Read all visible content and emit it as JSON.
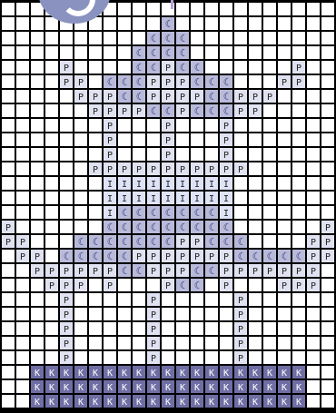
{
  "pattern": {
    "title": "",
    "colors": {
      "background": "#000000",
      "cell_blank": "#ffffff",
      "p": "#e0e2f1",
      "i": "#dfe3f7",
      "moon": "#b9bad9",
      "k": "#6f6ea4",
      "top_line": "#b6a0d7",
      "logo": "#8a93bf"
    },
    "symbols": {
      ".": "",
      "P": "P",
      "I": "I",
      "C": "☾",
      "K": "K"
    },
    "rows": [
      ".......................",
      "...........C...........",
      "..........CCC..........",
      ".........CCCC..........",
      "....P....CCPCC......P..",
      "....PP.CCCPPPCCC...PP..",
      ".....PPPCCPPPPCCPPP....",
      "......PPPPCCPCCCPP.....",
      ".......P...P...P.......",
      ".......P...P...P.......",
      ".......P...P...P.......",
      "......PPPPPPPPPPP......",
      ".......IIIIIIIII.......",
      ".......IIIIIIIII.......",
      ".......ICCCCCCCI.......",
      "P......CCCCCCCCC......P",
      "PP...CCCCCCCPPCCC....PP",
      ".PP.CCCCCPPPPPPPCCCCCPP",
      "..PPPPPPCCPPPCCPPPPPPP.",
      "...PPP.P...PCC.P...PPP.",
      "....P.....P.....P......",
      "....P.....P.....P......",
      "....P.....P.....P......",
      "....P.....P.....P......",
      "....P.....P.....P......",
      "..KKKKKKKKKKKKKKKKKKK..",
      "..KKKKKKKKKKKKKKKKKKK..",
      "..KKKKKKKKKKKKKKKKKKK.."
    ]
  }
}
